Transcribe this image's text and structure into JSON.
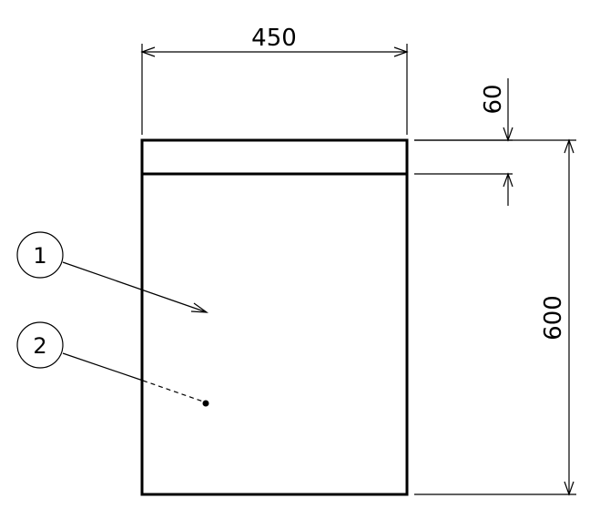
{
  "dimensions": {
    "width_label": "450",
    "top_band_label": "60",
    "height_label": "600"
  },
  "callouts": [
    {
      "number": "1",
      "leader": "arrow"
    },
    {
      "number": "2",
      "leader": "dot"
    }
  ]
}
